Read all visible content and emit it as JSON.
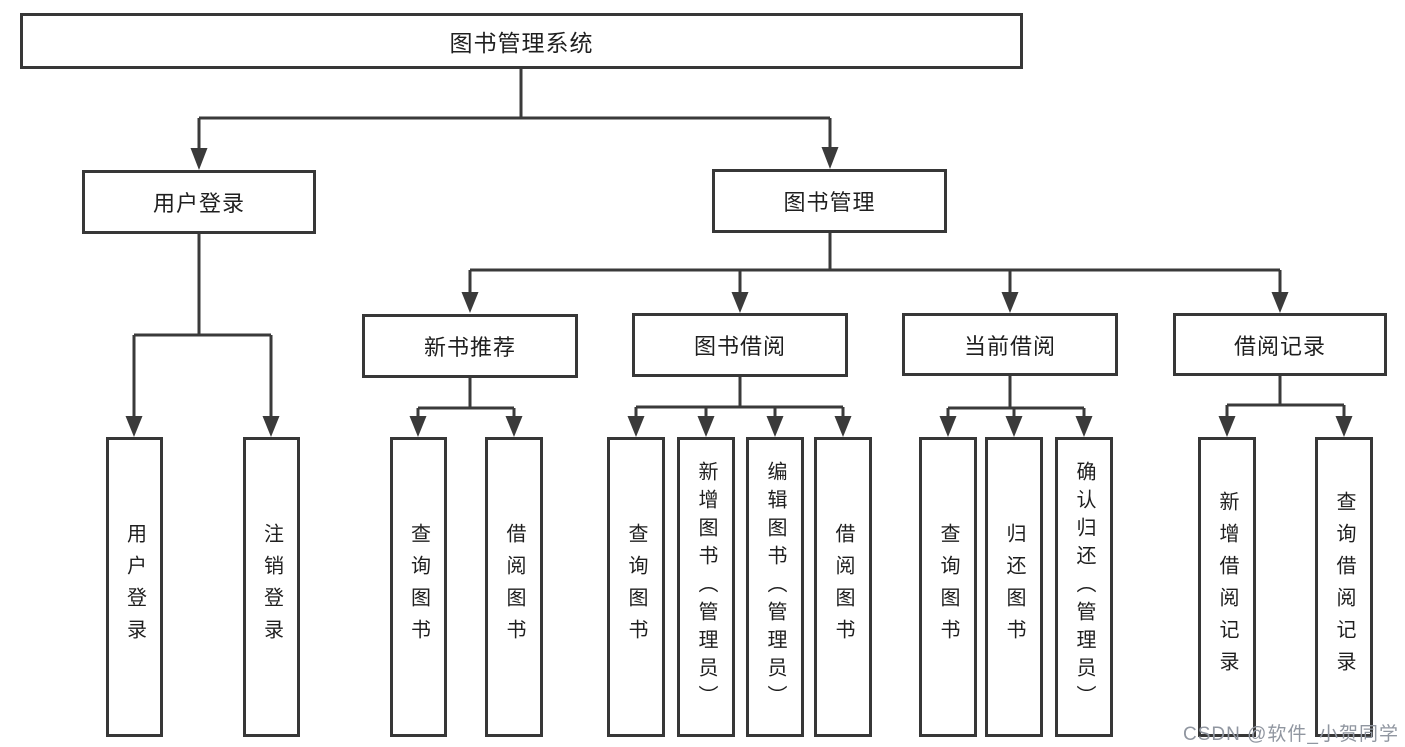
{
  "tree": {
    "label": "图书管理系统",
    "children": [
      {
        "label": "用户登录",
        "children": [
          {
            "label": "用户登录"
          },
          {
            "label": "注销登录"
          }
        ]
      },
      {
        "label": "图书管理",
        "children": [
          {
            "label": "新书推荐",
            "children": [
              {
                "label": "查询图书"
              },
              {
                "label": "借阅图书"
              }
            ]
          },
          {
            "label": "图书借阅",
            "children": [
              {
                "label": "查询图书"
              },
              {
                "label": "新增图书（管理员）"
              },
              {
                "label": "编辑图书（管理员）"
              },
              {
                "label": "借阅图书"
              }
            ]
          },
          {
            "label": "当前借阅",
            "children": [
              {
                "label": "查询图书"
              },
              {
                "label": "归还图书"
              },
              {
                "label": "确认归还（管理员）"
              }
            ]
          },
          {
            "label": "借阅记录",
            "children": [
              {
                "label": "新增借阅记录"
              },
              {
                "label": "查询借阅记录"
              }
            ]
          }
        ]
      }
    ]
  },
  "watermark": {
    "text": "CSDN @软件_小贺同学"
  },
  "colors": {
    "line": "#3a3a3a",
    "box_border": "#373737",
    "text": "#1f1f1f",
    "watermark": "#9096a0",
    "background": "#ffffff"
  }
}
